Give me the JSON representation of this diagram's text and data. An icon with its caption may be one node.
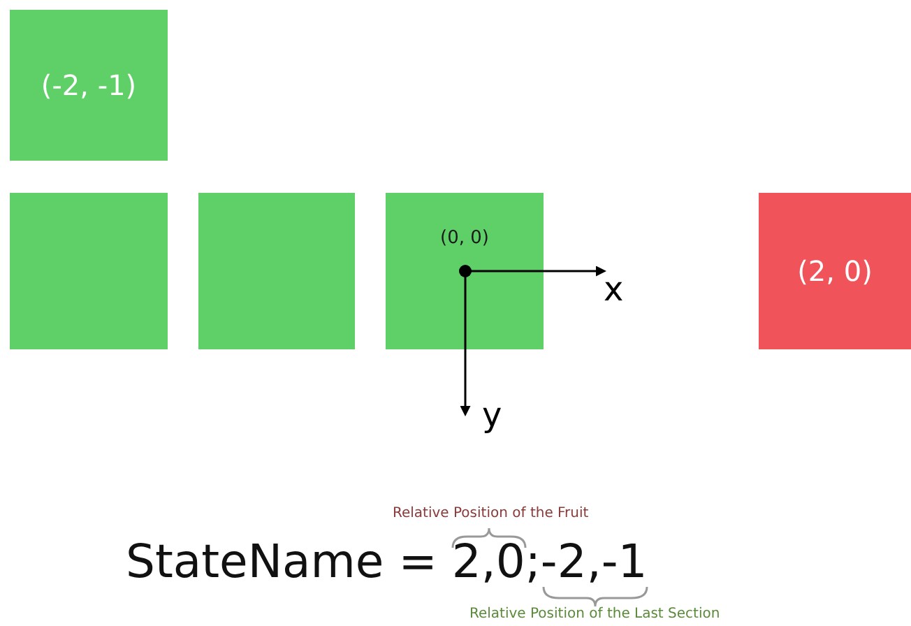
{
  "diagram": {
    "nodes": [
      {
        "text": [
          "(-2, -1)"
        ]
      },
      {
        "text": [],
        "shape": "box"
      },
      {
        "text": [],
        "shape": "box"
      },
      {
        "text": [
          "(0, 0)"
        ]
      },
      {
        "text": [
          "(2, 0)"
        ]
      }
    ],
    "labels": [
      "x",
      "y",
      "Relative Position of the Fruit",
      "StateName = 2,0;-2,-1",
      "Relative Position of the Last Section"
    ]
  }
}
